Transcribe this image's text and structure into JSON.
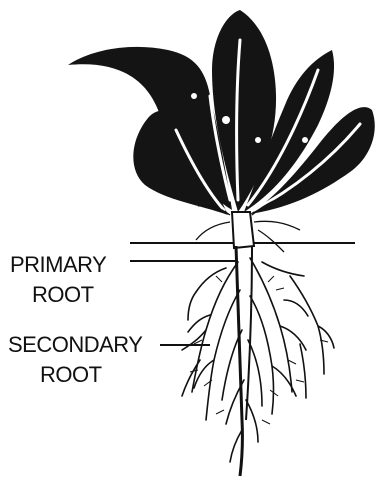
{
  "labels": {
    "primary_line1": "PRIMARY",
    "primary_line2": "ROOT",
    "secondary_line1": "SECONDARY",
    "secondary_line2": "ROOT"
  },
  "colors": {
    "ink": "#111111",
    "paper": "#ffffff"
  }
}
